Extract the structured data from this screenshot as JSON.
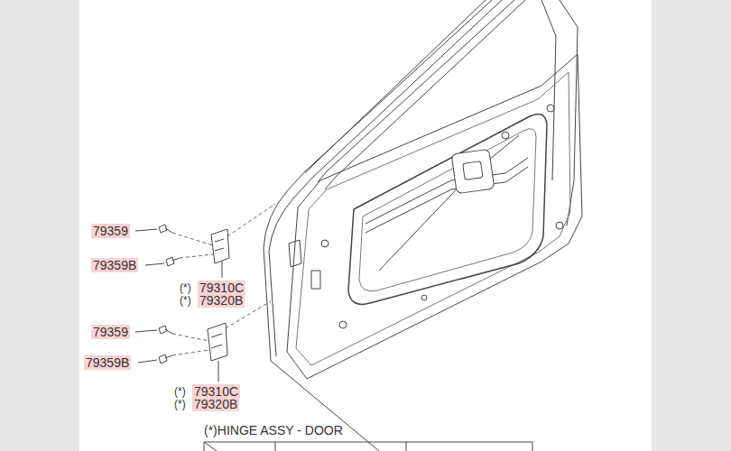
{
  "diagram": {
    "labels": [
      "79359",
      "79359B",
      "(*)",
      "79310C",
      "(*)",
      "79320B",
      "79359",
      "79359B",
      "(*)",
      "79310C",
      "(*)",
      "79320B",
      "(*)HINGE ASSY - DOOR"
    ]
  }
}
